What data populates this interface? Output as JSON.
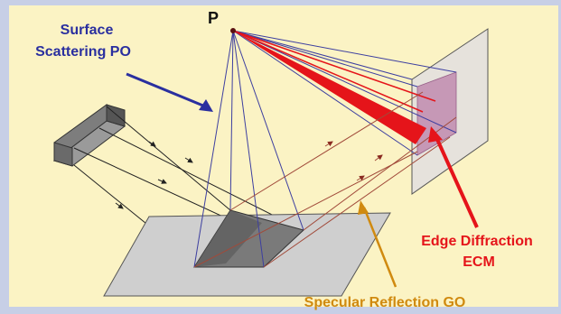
{
  "point_label": "P",
  "labels": {
    "surface_line1": "Surface",
    "surface_line2": "Scattering PO",
    "edge_line1": "Edge Diffraction",
    "edge_line2": "ECM",
    "specular": "Specular Reflection GO"
  },
  "colors": {
    "background": "#fbf3c4",
    "border": "#c7cfe6",
    "surface_text": "#2a2f9f",
    "edge_text": "#e5141a",
    "specular_text": "#d08a10",
    "po_lines": "#3d3fa0",
    "go_rays": "#a14a3a",
    "edge_rays": "#e5141a",
    "plate": "#cfcfcf",
    "shadow": "#7a7a7a",
    "screen": "#e6e2dc",
    "spot": "#c18cb0"
  }
}
